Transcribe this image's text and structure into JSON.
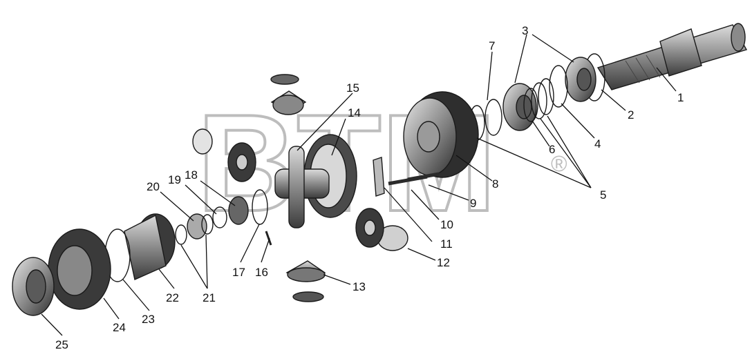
{
  "watermark": {
    "text": "BTM",
    "registered": "®"
  },
  "labels": [
    {
      "id": "1",
      "text": "1"
    },
    {
      "id": "2",
      "text": "2"
    },
    {
      "id": "3",
      "text": "3"
    },
    {
      "id": "4",
      "text": "4"
    },
    {
      "id": "5",
      "text": "5"
    },
    {
      "id": "6",
      "text": "6"
    },
    {
      "id": "7",
      "text": "7"
    },
    {
      "id": "8",
      "text": "8"
    },
    {
      "id": "9",
      "text": "9"
    },
    {
      "id": "10",
      "text": "10"
    },
    {
      "id": "11",
      "text": "11"
    },
    {
      "id": "12",
      "text": "12"
    },
    {
      "id": "13",
      "text": "13"
    },
    {
      "id": "14",
      "text": "14"
    },
    {
      "id": "15",
      "text": "15"
    },
    {
      "id": "16",
      "text": "16"
    },
    {
      "id": "17",
      "text": "17"
    },
    {
      "id": "18",
      "text": "18"
    },
    {
      "id": "19",
      "text": "19"
    },
    {
      "id": "20",
      "text": "20"
    },
    {
      "id": "21",
      "text": "21"
    },
    {
      "id": "22",
      "text": "22"
    },
    {
      "id": "23",
      "text": "23"
    },
    {
      "id": "24",
      "text": "24"
    },
    {
      "id": "25",
      "text": "25"
    }
  ],
  "colors": {
    "part_dark": "#3a3a3a",
    "part_mid": "#7a7a7a",
    "part_light": "#c9c9c9",
    "watermark": "#bdbdbd"
  }
}
